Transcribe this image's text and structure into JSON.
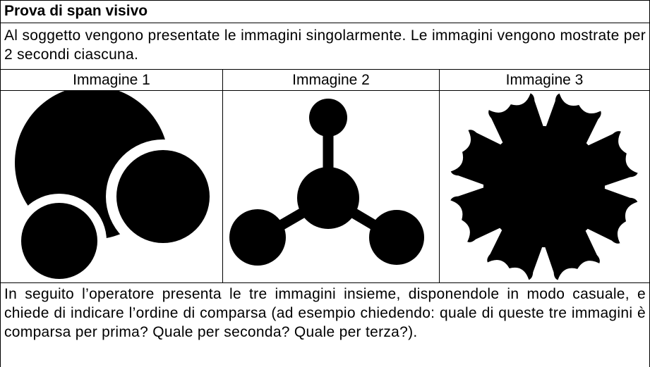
{
  "document": {
    "title": "Prova di span visivo",
    "intro": "Al soggetto vengono presentate le immagini singolarmente. Le immagini vengono mostrate per 2 secondi ciascuna.",
    "columns": [
      {
        "label": "Immagine 1",
        "icon": "overlapping-circles-icon"
      },
      {
        "label": "Immagine 2",
        "icon": "molecule-icon"
      },
      {
        "label": "Immagine 3",
        "icon": "gear-flower-icon"
      }
    ],
    "outro": "In seguito l’operatore presenta le tre immagini insieme, disponendole in modo casuale, e chiede di indicare l’ordine di comparsa (ad esempio chiedendo: quale di queste tre immagini è comparsa per prima? Quale per seconda? Quale per terza?)."
  }
}
